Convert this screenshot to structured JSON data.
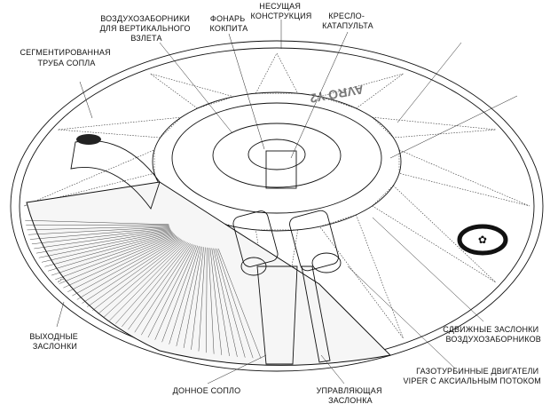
{
  "labels": {
    "nozzle_pipe": [
      "СЕГМЕНТИРОВАННАЯ",
      "ТРУБА СОПЛА"
    ],
    "intakes": [
      "ВОЗДУХОЗАБОРНИКИ",
      "ДЛЯ ВЕРТИКАЛЬНОГО",
      "ВЗЛЕТА"
    ],
    "canopy": [
      "ФОНАРЬ",
      "КОКПИТА"
    ],
    "structure": [
      "НЕСУЩАЯ",
      "КОНСТРУКЦИЯ"
    ],
    "seat": [
      "КРЕСЛО-",
      "КАТАПУЛЬТА"
    ],
    "exit_flaps": [
      "ВЫХОДНЫЕ",
      "ЗАСЛОНКИ"
    ],
    "sliding_flaps": [
      "СДВИЖНЫЕ ЗАСЛОНКИ",
      "ВОЗДУХОЗАБОРНИКОВ"
    ],
    "engines": [
      "ГАЗОТУРБИННЫЕ ДВИГАТЕЛИ",
      "VIPER С АКСИАЛЬНЫМ ПОТОКОМ"
    ],
    "bottom_nozzle": [
      "ДОННОЕ СОПЛО"
    ],
    "control_flap": [
      "УПРАВЛЯЮЩАЯ",
      "ЗАСЛОНКА"
    ]
  },
  "marking": "AVRO Y2",
  "colors": {
    "ink": "#111111",
    "shade": "#cfcfcf",
    "paper": "#ffffff"
  }
}
